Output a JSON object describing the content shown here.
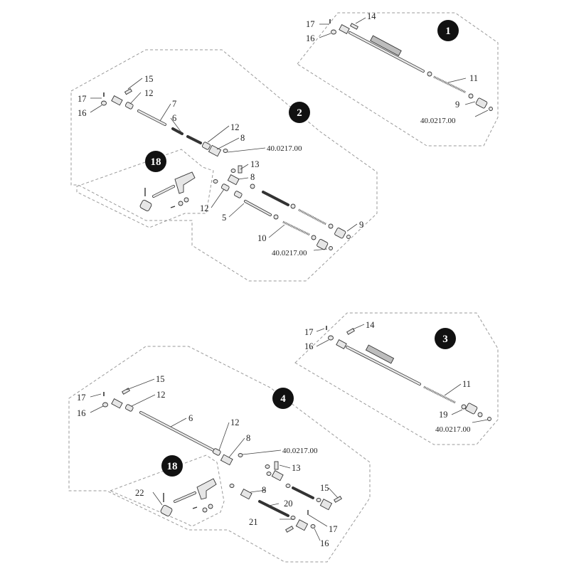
{
  "figure": {
    "callouts": [
      "1",
      "2",
      "18",
      "3",
      "4",
      "18"
    ],
    "labels_group1": {
      "l17": "17",
      "l16": "16",
      "l14": "14",
      "l11": "11",
      "l9": "9",
      "code": "40.0217.00"
    },
    "labels_group2": {
      "l15": "15",
      "l12a": "12",
      "l17": "17",
      "l16": "16",
      "l7": "7",
      "l6": "6",
      "l12b": "12",
      "l8a": "8",
      "code_a": "40.0217.00",
      "l13": "13",
      "l8b": "8",
      "l12c": "12",
      "l5": "5",
      "l9": "9",
      "l10": "10",
      "code_b": "40.0217.00"
    },
    "labels_group3": {
      "l17": "17",
      "l14": "14",
      "l16": "16",
      "l11": "11",
      "l19": "19",
      "code": "40.0217.00"
    },
    "labels_group4": {
      "l15a": "15",
      "l17a": "17",
      "l12a": "12",
      "l16a": "16",
      "l6": "6",
      "l12b": "12",
      "l8a": "8",
      "code": "40.0217.00",
      "l13": "13",
      "l22": "22",
      "l8b": "8",
      "l15b": "15",
      "l20": "20",
      "l21": "21",
      "l17b": "17",
      "l16b": "16"
    }
  }
}
